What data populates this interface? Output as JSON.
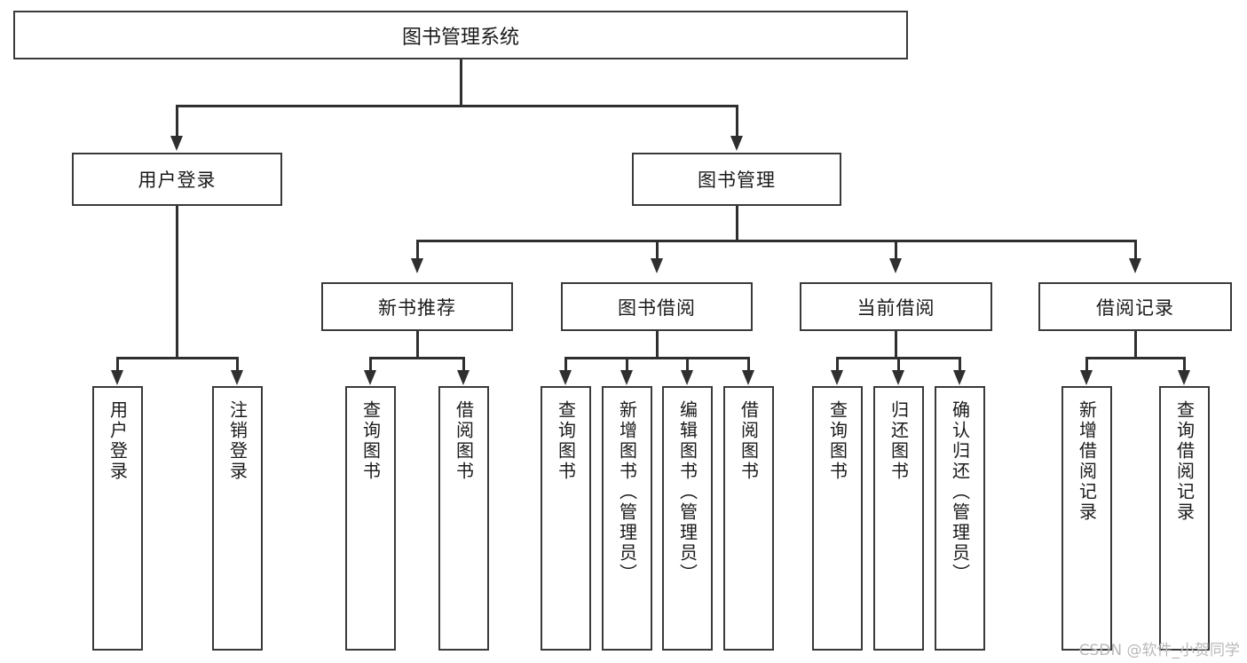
{
  "diagram": {
    "title": "图书管理系统",
    "type": "功能结构图",
    "watermark": "CSDN @软件_小贺同学"
  },
  "root": {
    "label": "图书管理系统"
  },
  "level2": [
    {
      "label": "用户登录"
    },
    {
      "label": "图书管理"
    }
  ],
  "level3": [
    {
      "label": "新书推荐"
    },
    {
      "label": "图书借阅"
    },
    {
      "label": "当前借阅"
    },
    {
      "label": "借阅记录"
    }
  ],
  "leaves": {
    "user_login": [
      {
        "label": "用户登录"
      },
      {
        "label": "注销登录"
      }
    ],
    "new_book": [
      {
        "label": "查询图书"
      },
      {
        "label": "借阅图书"
      }
    ],
    "book_borrow": [
      {
        "label": "查询图书"
      },
      {
        "label": "新增图书（管理员）"
      },
      {
        "label": "编辑图书（管理员）"
      },
      {
        "label": "借阅图书"
      }
    ],
    "current_borrow": [
      {
        "label": "查询图书"
      },
      {
        "label": "归还图书"
      },
      {
        "label": "确认归还（管理员）"
      }
    ],
    "borrow_record": [
      {
        "label": "新增借阅记录"
      },
      {
        "label": "查询借阅记录"
      }
    ]
  },
  "colors": {
    "stroke": "#3a3a3a",
    "connector": "#2f2f2f",
    "background": "#ffffff",
    "text": "#1a1a1a",
    "watermark": "#b9b9b9"
  }
}
